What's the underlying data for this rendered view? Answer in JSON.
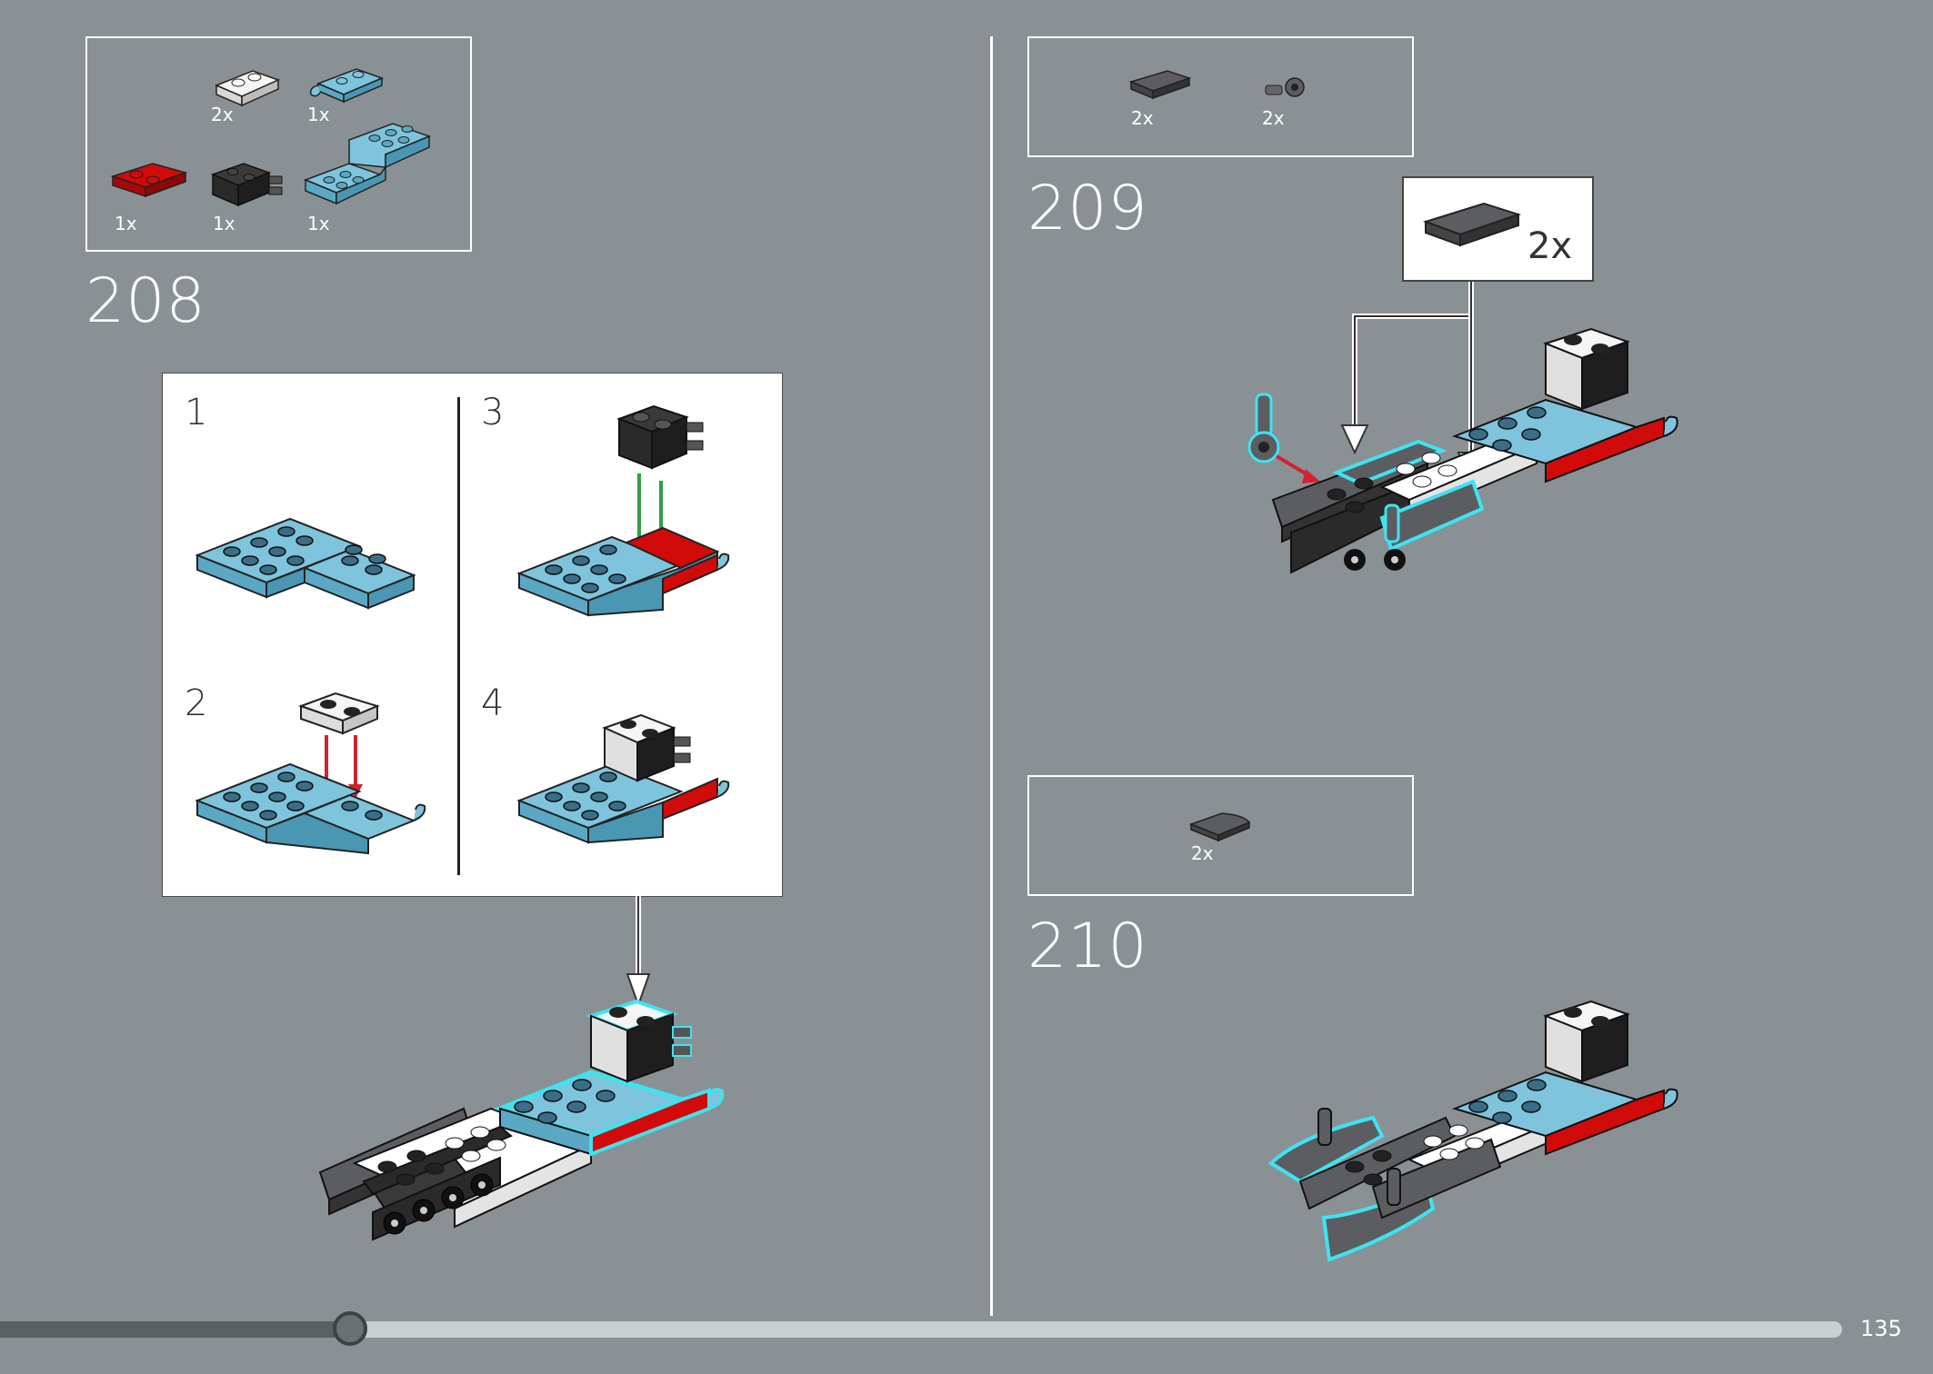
{
  "page": {
    "number": "135",
    "progress_fraction": 0.19
  },
  "steps": [
    {
      "number": "208",
      "parts": [
        {
          "qty": "2x",
          "name": "white-plate-1x2"
        },
        {
          "qty": "1x",
          "name": "light-blue-clip-plate"
        },
        {
          "qty": "1x",
          "name": "red-plate-2x2"
        },
        {
          "qty": "1x",
          "name": "black-brick-with-studs-on-side"
        },
        {
          "qty": "1x",
          "name": "light-blue-stepped-plate"
        }
      ],
      "substeps": [
        "1",
        "2",
        "3",
        "4"
      ]
    },
    {
      "number": "209",
      "parts": [
        {
          "qty": "2x",
          "name": "dark-gray-tile-1x2"
        },
        {
          "qty": "2x",
          "name": "dark-gray-bar-holder-with-clip"
        }
      ],
      "callout_qty": "2x"
    },
    {
      "number": "210",
      "parts": [
        {
          "qty": "2x",
          "name": "dark-gray-curved-slope"
        }
      ]
    }
  ],
  "colors": {
    "background": "#8a9195",
    "light_blue": "#7ec4dc",
    "red": "#d10a0a",
    "black": "#2a2a2a",
    "dark_gray": "#5b5d60",
    "white": "#f5f5f5",
    "highlight": "#3fe3f0",
    "arrow_green": "#2f9e4a",
    "arrow_red": "#d12230"
  }
}
